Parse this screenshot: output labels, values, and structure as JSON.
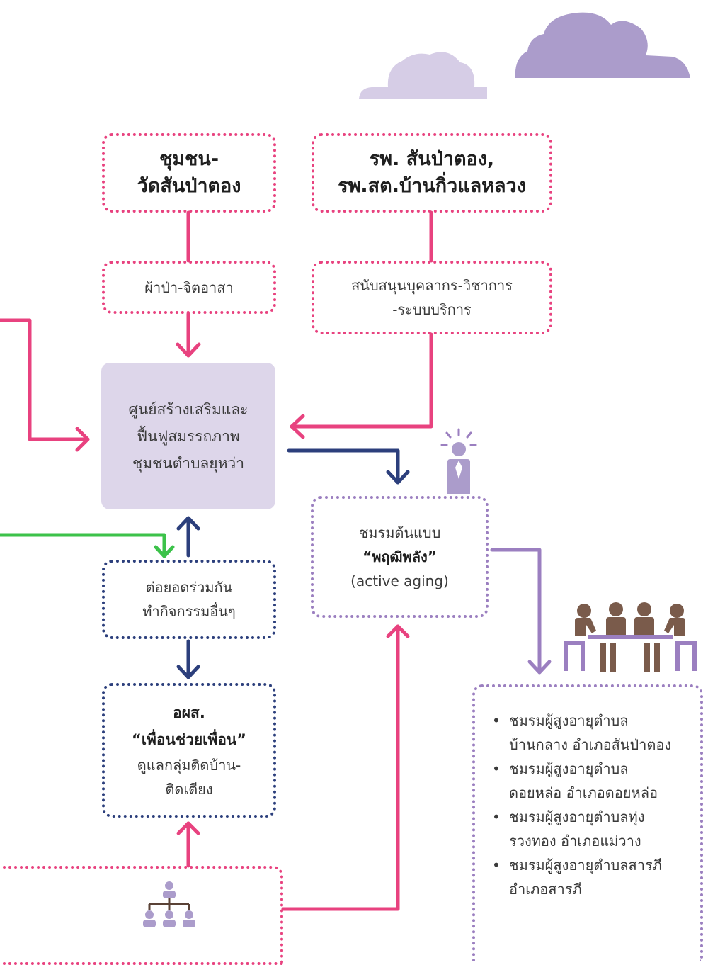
{
  "nodes": {
    "community": {
      "line1": "ชุมชน-",
      "line2": "วัดสันป่าตอง"
    },
    "hospital": {
      "line1": "รพ. สันป่าตอง,",
      "line2": "รพ.สต.บ้านกิ่วแลหลวง"
    },
    "robe": {
      "text": "ผ้าป่า-จิตอาสา"
    },
    "support": {
      "line1": "สนับสนุนบุคลากร-วิชาการ",
      "line2": "-ระบบบริการ"
    },
    "center": {
      "line1": "ศูนย์สร้างเสริมและ",
      "line2": "ฟื้นฟูสมรรถภาพ",
      "line3": "ชุมชนตำบลยุหว่า"
    },
    "extend": {
      "line1": "ต่อยอดร่วมกัน",
      "line2": "ทำกิจกรรมอื่นๆ"
    },
    "club": {
      "line1": "ชมรมต้นแบบ",
      "line2": "“พฤฒิพลัง”",
      "line3": "(active aging)"
    },
    "volunteer": {
      "line1": "อผส.",
      "line2": "“เพื่อนช่วยเพื่อน”",
      "line3": "ดูแลกลุ่มติดบ้าน-",
      "line4": "ติดเตียง"
    }
  },
  "clubs_list": [
    {
      "line1": "ชมรมผู้สูงอายุตำบล",
      "line2": "บ้านกลาง อำเภอสันป่าตอง"
    },
    {
      "line1": "ชมรมผู้สูงอายุตำบล",
      "line2": "ดอยหล่อ อำเภอดอยหล่อ"
    },
    {
      "line1": "ชมรมผู้สูงอายุตำบลทุ่ง",
      "line2": "รวงทอง อำเภอแม่วาง"
    },
    {
      "line1": "ชมรมผู้สูงอายุตำบลสารภี",
      "line2": "อำเภอสารภี"
    }
  ],
  "icons": [
    "cloud-icon",
    "person-idea-icon",
    "meeting-table-icon",
    "org-chart-icon"
  ],
  "colors": {
    "pink": "#e8427f",
    "navy": "#2c3f7c",
    "purple": "#9b7fc0",
    "green": "#3cc24a",
    "brown": "#7a5b4b",
    "lavender": "#ddd6ea"
  }
}
